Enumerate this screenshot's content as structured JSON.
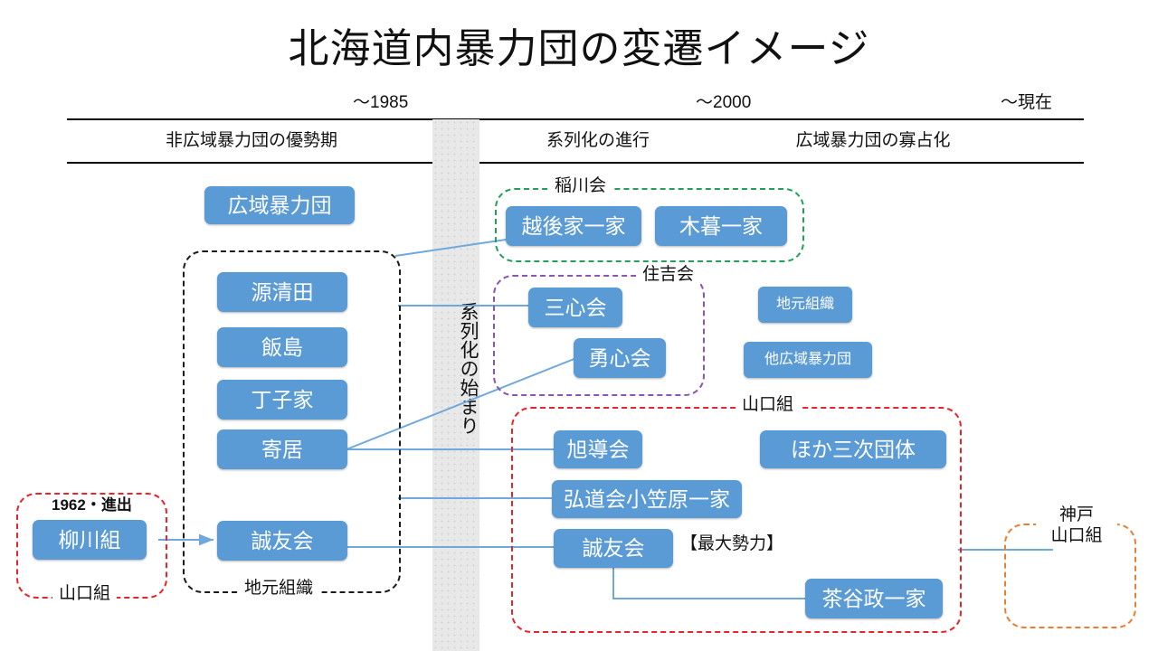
{
  "title": "北海道内暴力団の変遷イメージ",
  "timeline": {
    "eras": [
      {
        "name": "era-1985",
        "label": "〜1985"
      },
      {
        "name": "era-2000",
        "label": "〜2000"
      },
      {
        "name": "era-present",
        "label": "〜現在"
      }
    ],
    "phases": [
      {
        "name": "phase-non-wide-area",
        "label": "非広域暴力団の優勢期"
      },
      {
        "name": "phase-affiliation",
        "label": "系列化の進行"
      },
      {
        "name": "phase-oligopoly",
        "label": "広域暴力団の寡占化"
      }
    ],
    "band_label": "系列化の始まり"
  },
  "left": {
    "wide_area_box": "広域暴力団",
    "local_group_label": "地元組織",
    "local_orgs": [
      "源清田",
      "飯島",
      "丁子家",
      "寄居"
    ],
    "seiyukai": "誠友会"
  },
  "yamaguchi_left": {
    "frame_label": "山口組",
    "entry_note": "1962・進出",
    "box": "柳川組"
  },
  "inagawa": {
    "frame_label": "稲川会",
    "boxes": [
      "越後家一家",
      "木暮一家"
    ]
  },
  "sumiyoshi": {
    "frame_label": "住吉会",
    "boxes": [
      "三心会",
      "勇心会"
    ]
  },
  "standalone": {
    "local_org": "地元組織",
    "other_wide_area": "他広域暴力団"
  },
  "yamaguchi_right": {
    "frame_label": "山口組",
    "boxes": [
      "旭導会",
      "弘道会小笠原一家",
      "誠友会",
      "ほか三次団体",
      "茶谷政一家"
    ],
    "strongest_note": "【最大勢力】"
  },
  "kobe": {
    "frame_label_line1": "神戸",
    "frame_label_line2": "山口組"
  },
  "colors": {
    "box_blue": "#5b9bd5",
    "frame_black": "#1a1a1a",
    "frame_red": "#e8232a",
    "frame_green": "#22a05a",
    "frame_purple": "#8b53b5",
    "frame_orange": "#ed7d31",
    "connector_blue": "#6fa8dc",
    "band_grey": "#e8e8e8"
  }
}
